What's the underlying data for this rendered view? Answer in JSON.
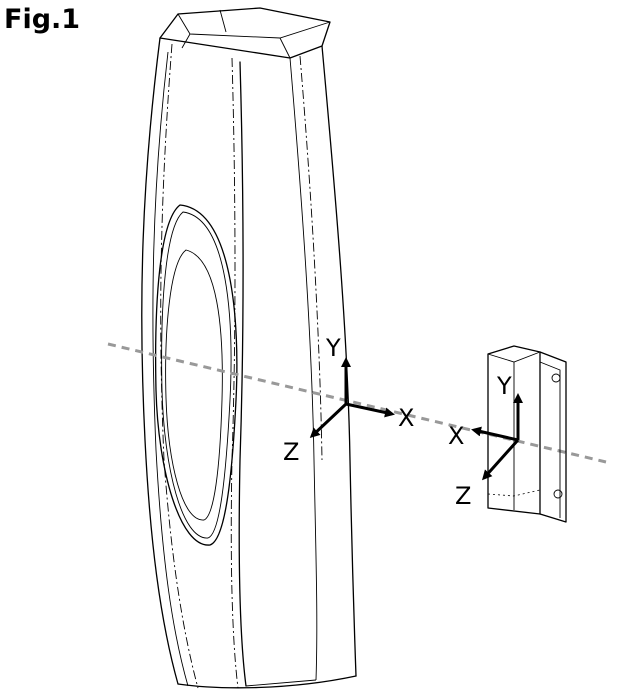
{
  "figure": {
    "label": "Fig.1"
  },
  "axes": {
    "detector": {
      "x": "X",
      "y": "Y",
      "z": "Z"
    },
    "magnet": {
      "x": "X",
      "y": "Y",
      "z": "Z"
    }
  }
}
